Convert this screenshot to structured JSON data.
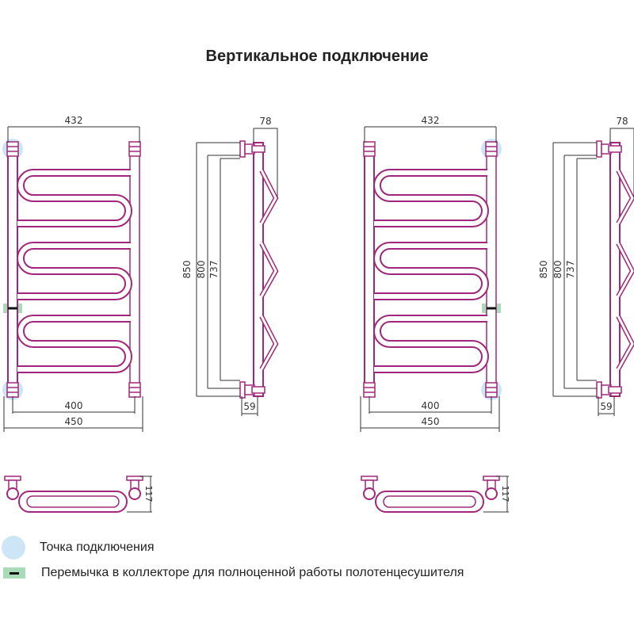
{
  "title": "Вертикальное подключение",
  "colors": {
    "tube": "#a0287a",
    "connection_point": "#cce6f6",
    "jumper": "#a9dbb9",
    "dimension": "#333333"
  },
  "drawings": [
    {
      "front": {
        "width_top": "432",
        "center_distance": "400",
        "width_total": "450",
        "connection_side": "left"
      },
      "side": {
        "height_total": "850",
        "height_center": "800",
        "height_inner": "737",
        "depth_top": "78",
        "depth_bottom": "59"
      },
      "bottom": {
        "depth": "117"
      }
    },
    {
      "front": {
        "width_top": "432",
        "center_distance": "400",
        "width_total": "450",
        "connection_side": "right"
      },
      "side": {
        "height_total": "850",
        "height_center": "800",
        "height_inner": "737",
        "depth_top": "78",
        "depth_bottom": "59"
      },
      "bottom": {
        "depth": "117"
      }
    }
  ],
  "legend": {
    "connection_point": "Точка подключения",
    "jumper": "Перемычка в коллекторе для полноценной работы полотенцесушителя"
  }
}
